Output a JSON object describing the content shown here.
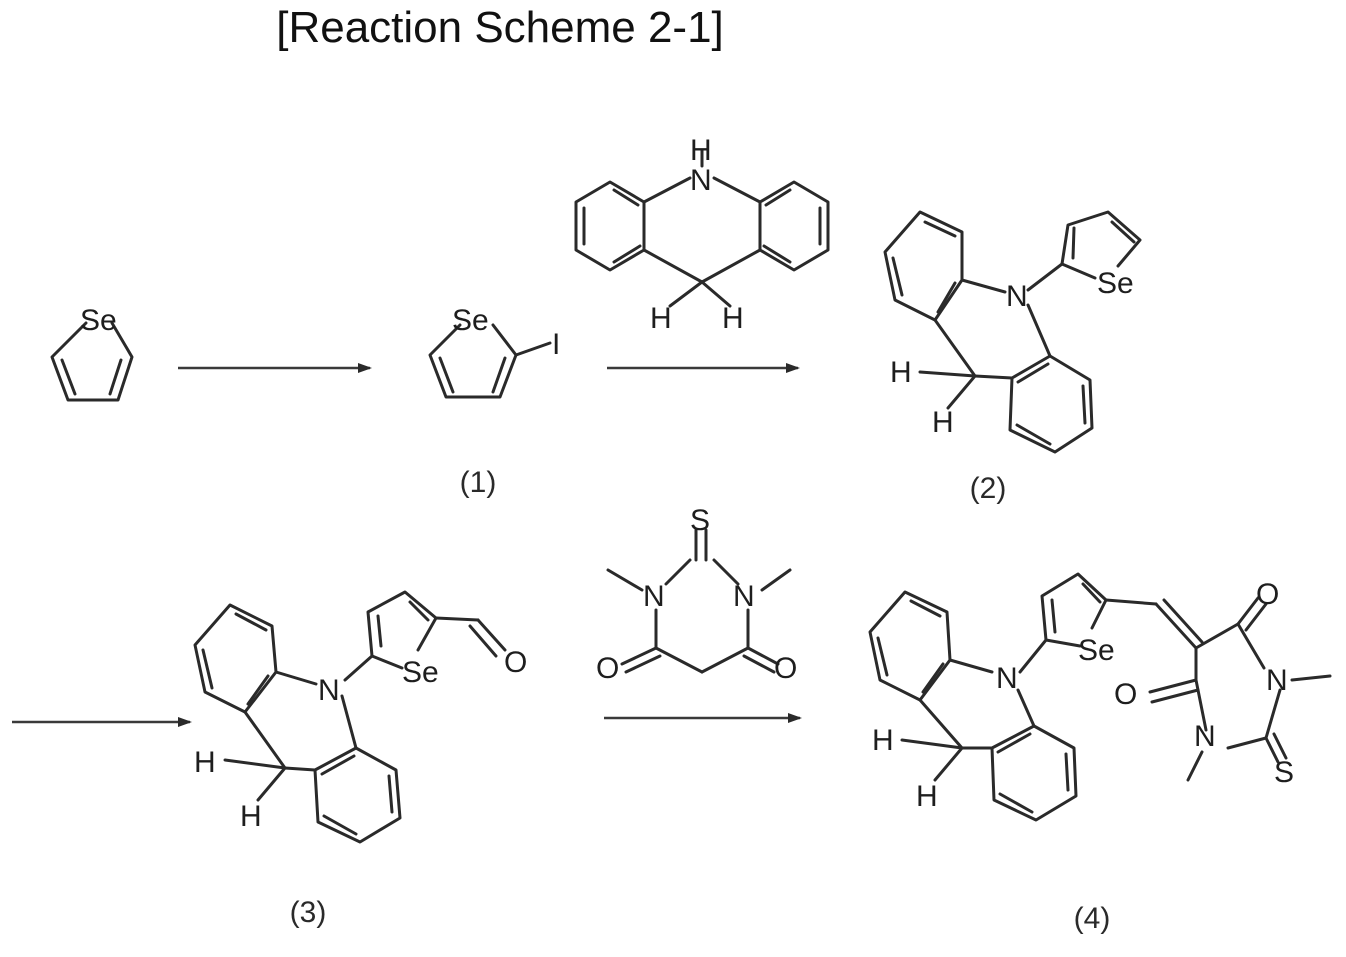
{
  "title": "[Reaction Scheme 2-1]",
  "compound_labels": {
    "c1": "(1)",
    "c2": "(2)",
    "c3": "(3)",
    "c4": "(4)"
  },
  "atoms": {
    "se": "Se",
    "i": "I",
    "n": "N",
    "h": "H",
    "o": "O",
    "s": "S"
  },
  "colors": {
    "ink": "#2a2a2a",
    "background": "#ffffff"
  }
}
